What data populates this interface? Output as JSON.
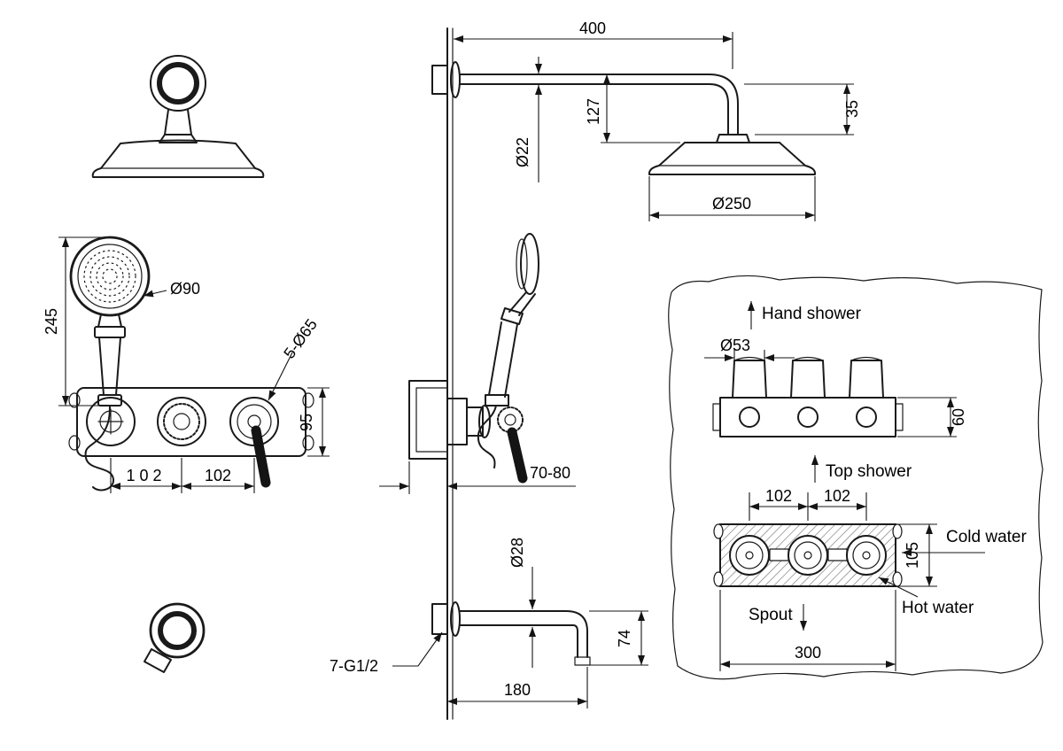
{
  "meta": {
    "type": "shower-system-installation-drawing",
    "colors": {
      "line": "#1a1a1a",
      "background": "#ffffff",
      "lever": "#141414"
    }
  },
  "front": {
    "dia90": "Ø90",
    "h245": "245",
    "note5x65": "5-Ø65",
    "sp102a": "102",
    "sp102b": "102",
    "h95": "95"
  },
  "side": {
    "len400": "400",
    "dia22": "Ø22",
    "d127": "127",
    "d35": "35",
    "dia250": "Ø250",
    "depth": "70-80",
    "dia28": "Ø28",
    "d74": "74",
    "len180": "180",
    "thread": "7-G1/2"
  },
  "rough": {
    "hand_shower": "Hand shower",
    "top_shower": "Top shower",
    "cold": "Cold water",
    "hot": "Hot water",
    "spout": "Spout",
    "dia53": "Ø53",
    "h60": "60",
    "sp102a": "102",
    "sp102b": "102",
    "h105": "105",
    "w300": "300"
  }
}
